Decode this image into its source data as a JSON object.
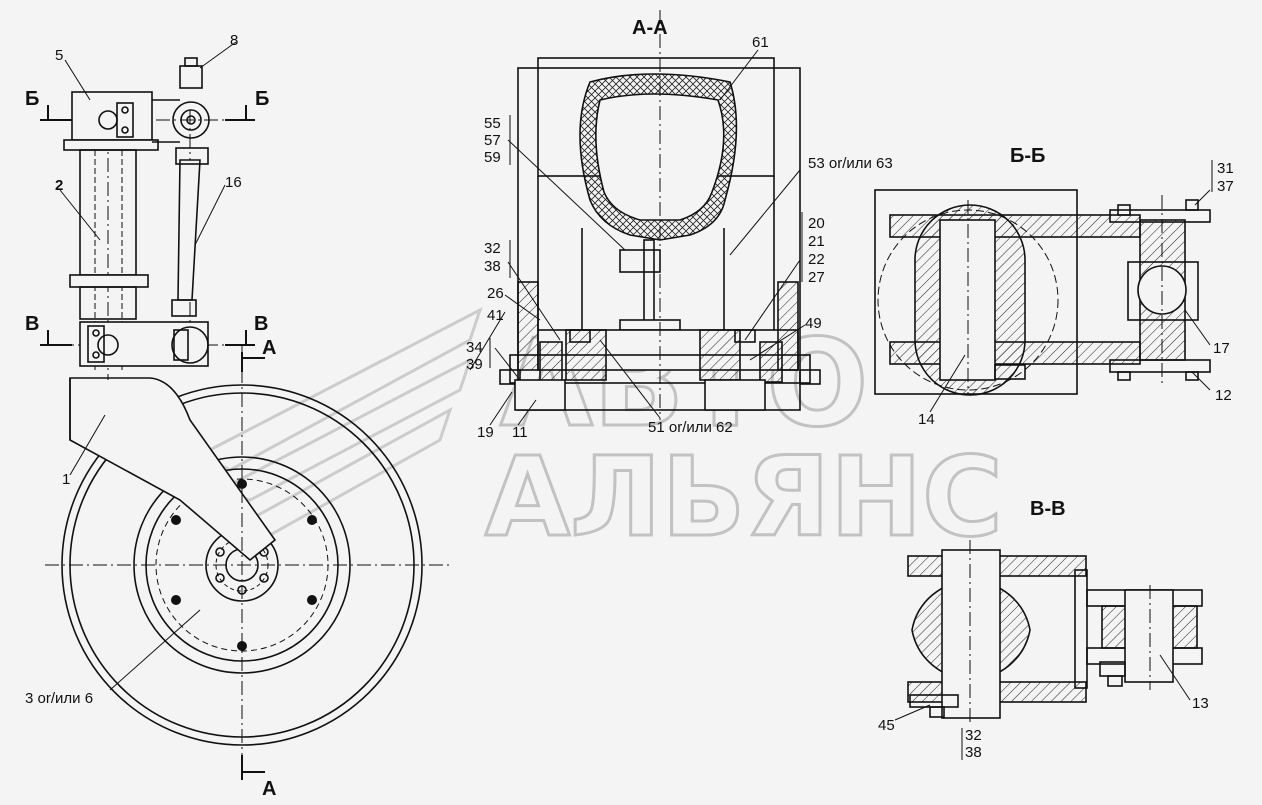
{
  "watermark": {
    "line1": "АВТО",
    "line2": "АЛЬЯНС"
  },
  "sections": {
    "aa": "А-А",
    "bb": "Б-Б",
    "vv": "В-В"
  },
  "cut_marks": {
    "b": "Б",
    "v": "В",
    "a": "А"
  },
  "labels": {
    "p1": "1",
    "p2": "2",
    "p3_6": "3 or/или 6",
    "p5": "5",
    "p8": "8",
    "p16": "16",
    "p61": "61",
    "p55": "55",
    "p57": "57",
    "p59": "59",
    "p53_63": "53 or/или 63",
    "p32": "32",
    "p38": "38",
    "p26": "26",
    "p41": "41",
    "p34": "34",
    "p39": "39",
    "p19": "19",
    "p11": "11",
    "p51_62": "51 or/или 62",
    "p20": "20",
    "p21": "21",
    "p22": "22",
    "p27": "27",
    "p49": "49",
    "p31": "31",
    "p37": "37",
    "p17": "17",
    "p12": "12",
    "p14": "14",
    "p13": "13",
    "p45": "45",
    "p32b": "32",
    "p38b": "38"
  }
}
